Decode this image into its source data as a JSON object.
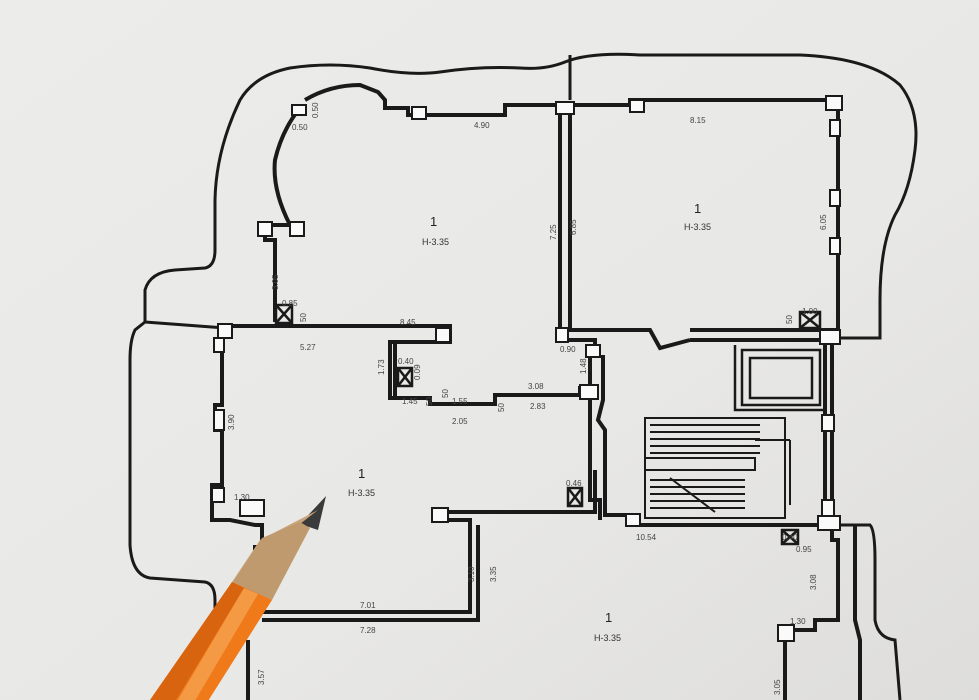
{
  "floorplan": {
    "rooms": [
      {
        "id": "room-top-left",
        "number": "1",
        "height": "H-3.35"
      },
      {
        "id": "room-top-right",
        "number": "1",
        "height": "H-3.35"
      },
      {
        "id": "room-middle-left",
        "number": "1",
        "height": "H-3.35"
      },
      {
        "id": "room-bottom-right",
        "number": "1",
        "height": "H-3.35"
      }
    ],
    "dimensions": [
      "0.50",
      "0.50",
      "4.90",
      "8.15",
      "7.25",
      "6.85",
      "6.05",
      "3.05",
      "0.85",
      "50",
      "8.45",
      "5.27",
      "1.73",
      "0.40",
      "0.09",
      "50",
      "0.90",
      "1.48",
      "3.08",
      "1.55",
      "1.45",
      "2.05",
      "2.83",
      "50",
      "50",
      "1.00",
      "50",
      "3.90",
      "1.30",
      "0.46",
      "10.54",
      "0.40",
      "0.95",
      "3.08",
      "3.10",
      "3.35",
      "7.01",
      "7.28",
      "1.30",
      "3.57",
      "3.05"
    ]
  },
  "colors": {
    "paper": "#e9e9e7",
    "ink": "#1a1a1a",
    "pencil_body": "#f07a1a",
    "pencil_wood": "#c9a47a",
    "pencil_lead": "#3a3a3a"
  },
  "icons": [
    "pencil-icon",
    "ventilation-shaft-icon",
    "staircase-icon"
  ]
}
